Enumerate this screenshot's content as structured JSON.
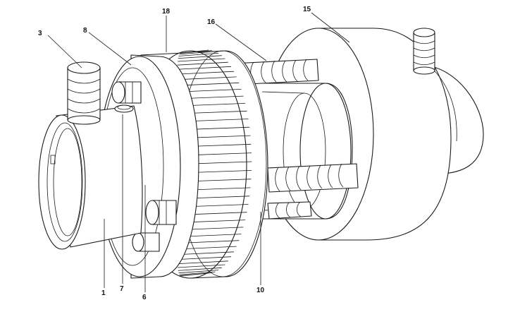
{
  "labels": {
    "l1": "1",
    "l3": "3",
    "l6": "6",
    "l7": "7",
    "l8": "8",
    "l10": "10",
    "l15": "15",
    "l16": "16",
    "l18": "18"
  },
  "colors": {
    "line": "#1a1a1a",
    "background": "#ffffff"
  }
}
